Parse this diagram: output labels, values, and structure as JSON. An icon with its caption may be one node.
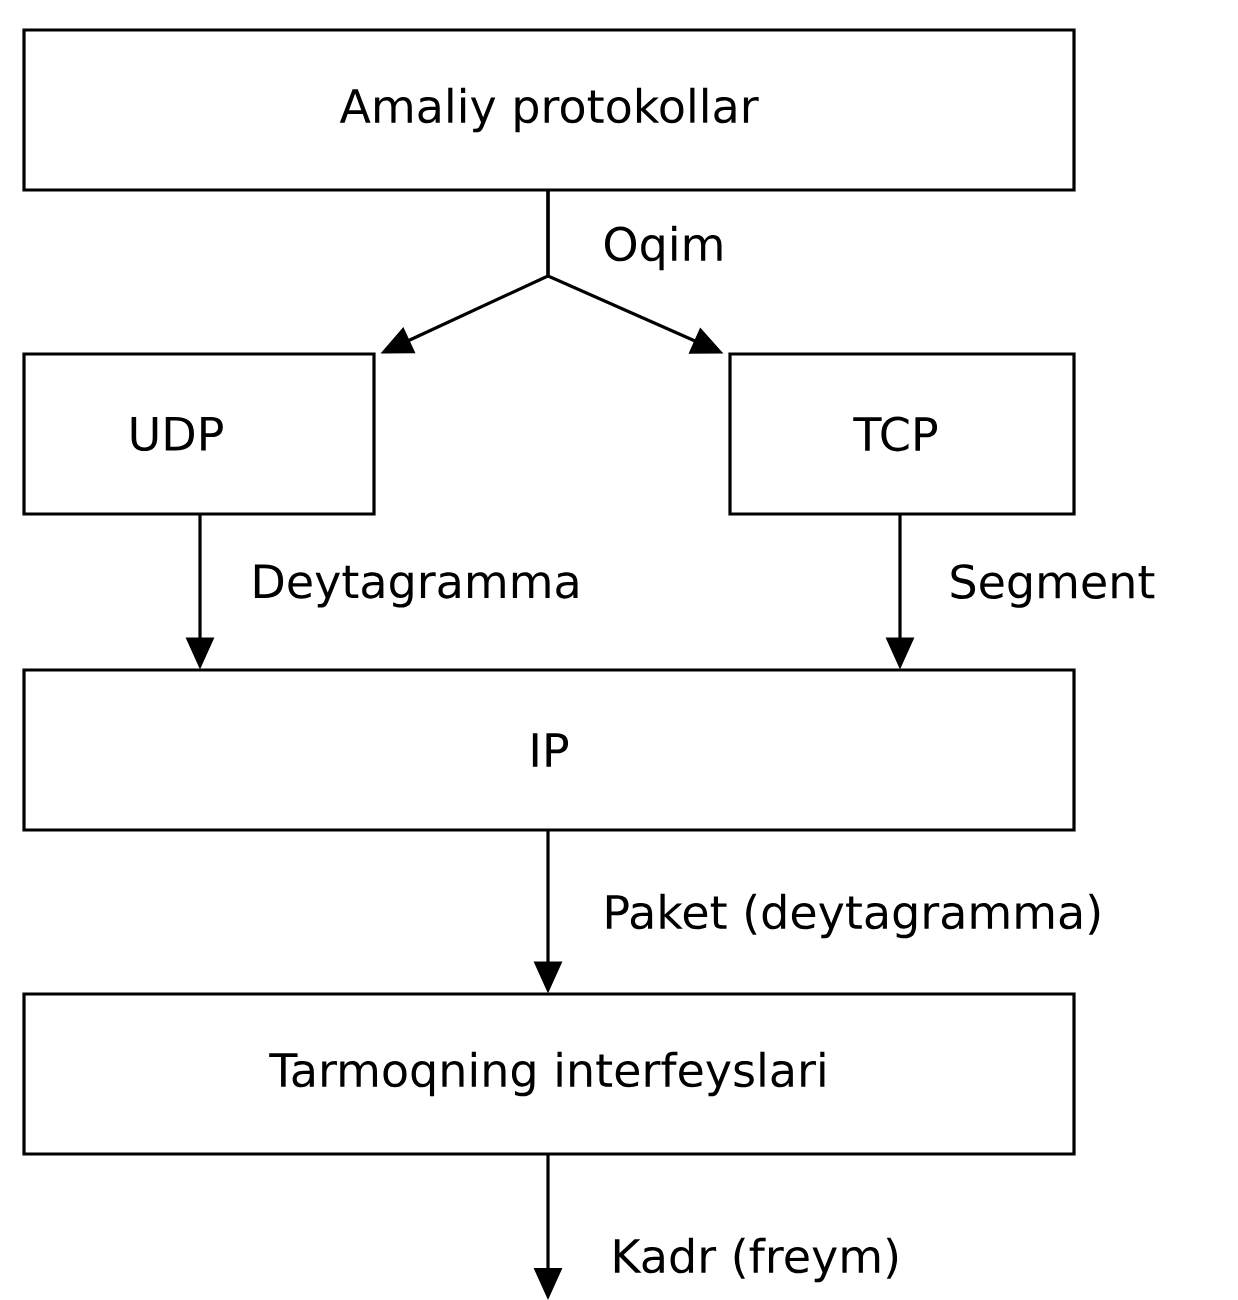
{
  "diagram": {
    "nodes": [
      {
        "text": [
          "Amaliy protokollar"
        ]
      },
      {
        "text": [
          "UDP"
        ]
      },
      {
        "text": [
          "TCP"
        ]
      },
      {
        "text": [
          "IP"
        ]
      },
      {
        "text": [
          "Tarmoqning interfeyslari"
        ]
      }
    ],
    "edges": [
      {
        "from": 0,
        "to": 1,
        "arrow": "to",
        "label": "Oqim"
      },
      {
        "from": 0,
        "to": 2,
        "arrow": "to"
      },
      {
        "from": 1,
        "to": 3,
        "arrow": "to",
        "label": "Deytagramma"
      },
      {
        "from": 2,
        "to": 3,
        "arrow": "to",
        "label": "Segment"
      },
      {
        "from": 3,
        "to": 4,
        "arrow": "to",
        "label": "Paket (deytagramma)"
      },
      {
        "from": 4,
        "to": null,
        "arrow": "to",
        "label": "Kadr (freym)"
      }
    ]
  }
}
